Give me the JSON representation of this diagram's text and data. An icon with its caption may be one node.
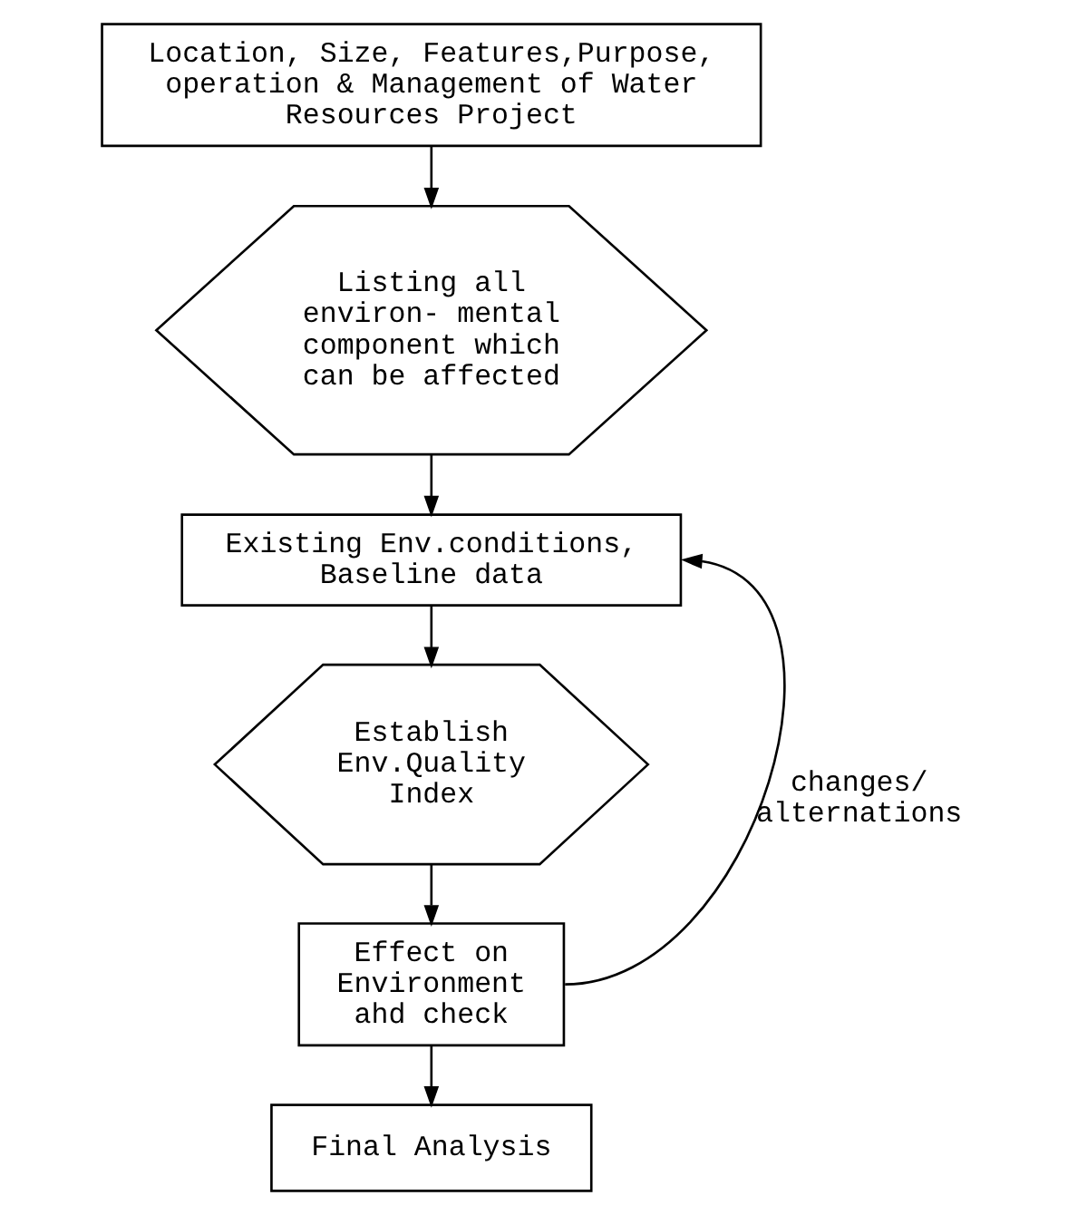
{
  "diagram": {
    "nodes": [
      {
        "text": [
          "Location, Size, Features,Purpose, operation & Management of Water Resources Project"
        ]
      },
      {
        "text": [
          "Listing all environ- mental component which can be affected"
        ]
      },
      {
        "text": [
          "Existing Env.conditions, Baseline data"
        ]
      },
      {
        "text": [
          "Establish Env.Quality Index"
        ]
      },
      {
        "text": [
          "Effect on Environment ahd check"
        ]
      },
      {
        "text": [
          "Final Analysis"
        ]
      }
    ],
    "edges": [
      {
        "from": 0,
        "to": 1,
        "arrow": "to"
      },
      {
        "from": 1,
        "to": 2,
        "arrow": "to"
      },
      {
        "from": 2,
        "to": 3,
        "arrow": "to"
      },
      {
        "from": 3,
        "to": 4,
        "arrow": "to"
      },
      {
        "from": 4,
        "to": 5,
        "arrow": "to"
      },
      {
        "from": 4,
        "to": 2,
        "arrow": "to",
        "label": "changes/ alternations"
      }
    ]
  }
}
